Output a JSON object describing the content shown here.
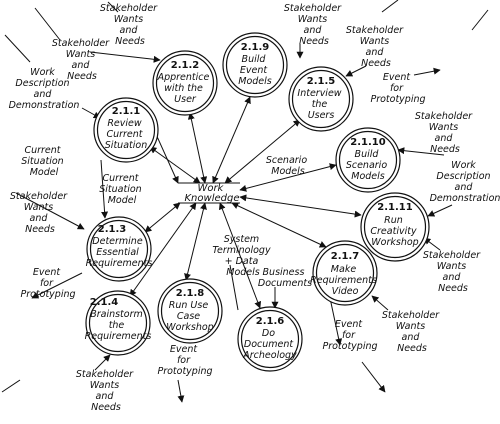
{
  "store": {
    "label": [
      "Work",
      "Knowledge"
    ]
  },
  "processes": [
    {
      "id": "p212",
      "number": "2.1.2",
      "title": [
        "Apprentice",
        "with the",
        "User"
      ]
    },
    {
      "id": "p219",
      "number": "2.1.9",
      "title": [
        "Build",
        "Event",
        "Models"
      ]
    },
    {
      "id": "p215",
      "number": "2.1.5",
      "title": [
        "Interview",
        "the",
        "Users"
      ]
    },
    {
      "id": "p211",
      "number": "2.1.1",
      "title": [
        "Review",
        "Current",
        "Situation"
      ]
    },
    {
      "id": "p2110",
      "number": "2.1.10",
      "title": [
        "Build",
        "Scenario",
        "Models"
      ]
    },
    {
      "id": "p2111",
      "number": "2.1.11",
      "title": [
        "Run",
        "Creativity",
        "Workshop"
      ]
    },
    {
      "id": "p213",
      "number": "2.1.3",
      "title": [
        "Determine",
        "Essential",
        "Requirements"
      ]
    },
    {
      "id": "p217",
      "number": "2.1.7",
      "title": [
        "Make",
        "Requirements",
        "Video"
      ]
    },
    {
      "id": "p214",
      "number": "2.1.4",
      "title": [
        "Brainstorm",
        "the",
        "Requirements"
      ]
    },
    {
      "id": "p218",
      "number": "2.1.8",
      "title": [
        "Run Use",
        "Case",
        "Workshop"
      ]
    },
    {
      "id": "p216",
      "number": "2.1.6",
      "title": [
        "Do",
        "Document",
        "Archeology"
      ]
    }
  ],
  "flow_labels": [
    {
      "id": "f1",
      "lines": [
        "Stakeholder",
        "Wants",
        "and",
        "Needs"
      ]
    },
    {
      "id": "f2",
      "lines": [
        "Stakeholder",
        "Wants",
        "and",
        "Needs"
      ]
    },
    {
      "id": "f3",
      "lines": [
        "Stakeholder",
        "Wants",
        "and",
        "Needs"
      ]
    },
    {
      "id": "f4",
      "lines": [
        "Stakeholder",
        "Wants",
        "and",
        "Needs"
      ]
    },
    {
      "id": "f5",
      "lines": [
        "Work",
        "Description",
        "and",
        "Demonstration"
      ]
    },
    {
      "id": "f6",
      "lines": [
        "Event",
        "for",
        "Prototyping"
      ]
    },
    {
      "id": "f7",
      "lines": [
        "Stakeholder",
        "Wants",
        "and",
        "Needs"
      ]
    },
    {
      "id": "f8",
      "lines": [
        "Current",
        "Situation",
        "Model"
      ]
    },
    {
      "id": "f9",
      "lines": [
        "Scenario",
        "Models"
      ]
    },
    {
      "id": "f10",
      "lines": [
        "Work",
        "Description",
        "and",
        "Demonstration"
      ]
    },
    {
      "id": "f11",
      "lines": [
        "Current",
        "Situation",
        "Model"
      ]
    },
    {
      "id": "f12",
      "lines": [
        "Stakeholder",
        "Wants",
        "and",
        "Needs"
      ]
    },
    {
      "id": "f13",
      "lines": [
        "System",
        "Terminology",
        "+ Data",
        "Models"
      ]
    },
    {
      "id": "f14",
      "lines": [
        "Business",
        "Documents"
      ]
    },
    {
      "id": "f15",
      "lines": [
        "Stakeholder",
        "Wants",
        "and",
        "Needs"
      ]
    },
    {
      "id": "f16",
      "lines": [
        "Event",
        "for",
        "Prototyping"
      ]
    },
    {
      "id": "f17",
      "lines": [
        "Event",
        "for",
        "Prototyping"
      ]
    },
    {
      "id": "f18",
      "lines": [
        "Stakeholder",
        "Wants",
        "and",
        "Needs"
      ]
    },
    {
      "id": "f19",
      "lines": [
        "Event",
        "for",
        "Prototyping"
      ]
    },
    {
      "id": "f20",
      "lines": [
        "Stakeholder",
        "Wants",
        "and",
        "Needs"
      ]
    }
  ]
}
